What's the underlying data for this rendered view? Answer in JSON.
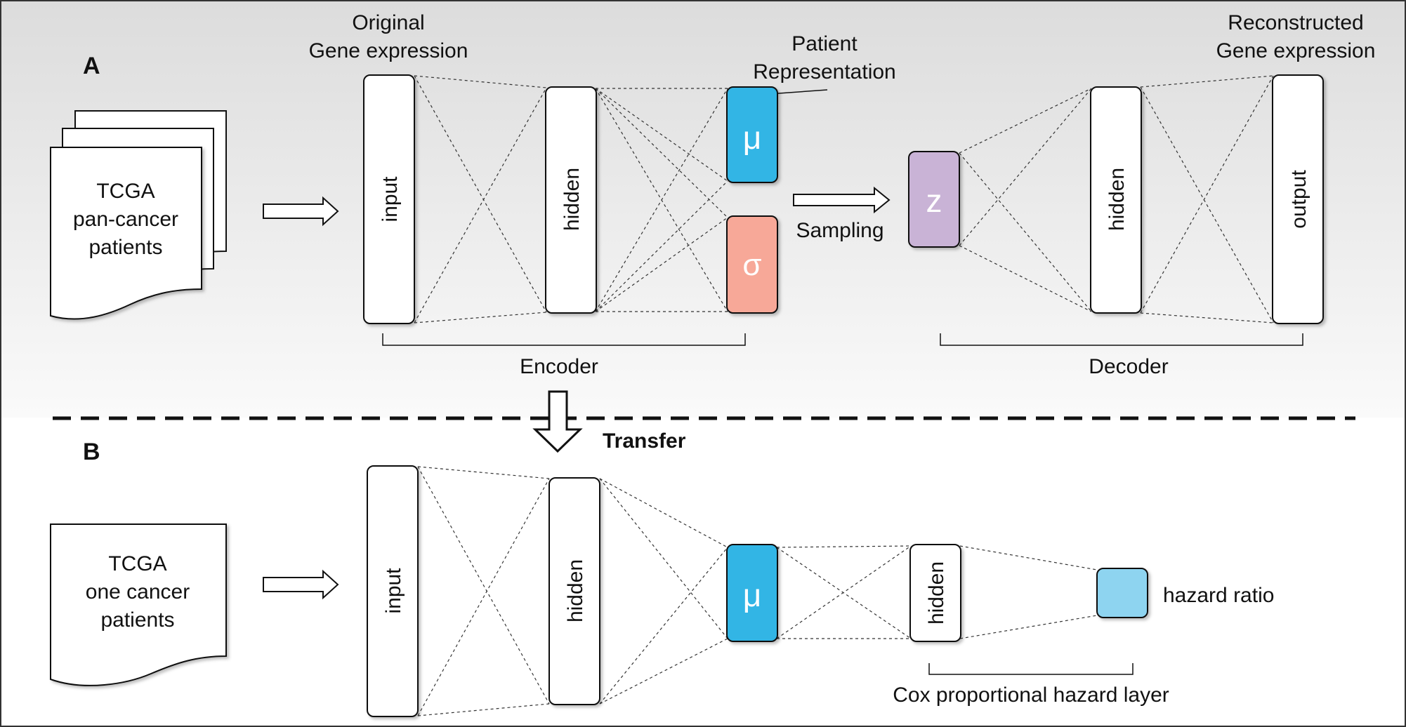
{
  "panel_a": {
    "label": "A",
    "source_doc": [
      "TCGA",
      "pan-cancer",
      "patients"
    ],
    "input_title": [
      "Original",
      "Gene expression"
    ],
    "input_layer": "input",
    "hidden_layer": "hidden",
    "mu_layer": "μ",
    "sigma_layer": "σ",
    "representation_note": [
      "Patient",
      "Representation"
    ],
    "sampling_label": "Sampling",
    "z_layer": "z",
    "decoder_hidden_layer": "hidden",
    "output_layer": "output",
    "output_title": [
      "Reconstructed",
      "Gene expression"
    ],
    "encoder_label": "Encoder",
    "decoder_label": "Decoder"
  },
  "transfer_label": "Transfer",
  "panel_b": {
    "label": "B",
    "source_doc": [
      "TCGA",
      "one cancer",
      "patients"
    ],
    "input_layer": "input",
    "hidden_layer": "hidden",
    "mu_layer": "μ",
    "cox_hidden_layer": "hidden",
    "output_label": "hazard ratio",
    "cox_label": "Cox proportional hazard layer"
  },
  "colors": {
    "mu": "#33b5e5",
    "sigma": "#f7a898",
    "z": "#c9b3d6",
    "hazard": "#8ed4f0"
  }
}
